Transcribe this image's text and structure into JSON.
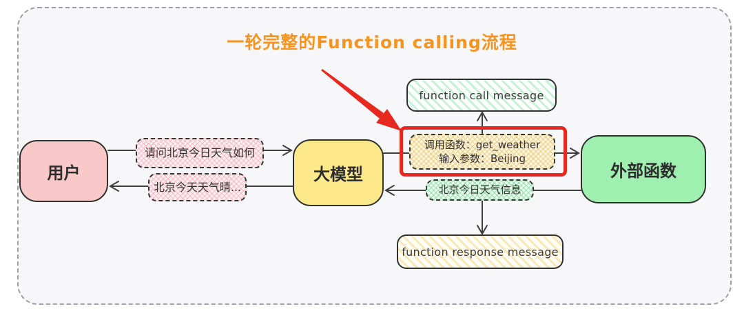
{
  "diagram": {
    "title": "一轮完整的Function calling流程"
  },
  "nodes": {
    "user": "用户",
    "model": "大模型",
    "external_function": "外部函数",
    "function_call_message": "function call message",
    "function_response_message": "function response message"
  },
  "edge_labels": {
    "user_request": "请问北京今日天气如何",
    "model_reply": "北京今天天气晴...",
    "call_function": "调用函数：get_weather",
    "call_params": "输入参数：Beijing",
    "weather_info": "北京今日天气信息"
  },
  "colors": {
    "title_orange": "#f8941d",
    "highlight_red": "#e8281e",
    "user_pink": "#f9c9c9",
    "model_yellow": "#fbe88b",
    "external_green": "#9ff0b0",
    "connector_dark": "#3d3d3d"
  }
}
